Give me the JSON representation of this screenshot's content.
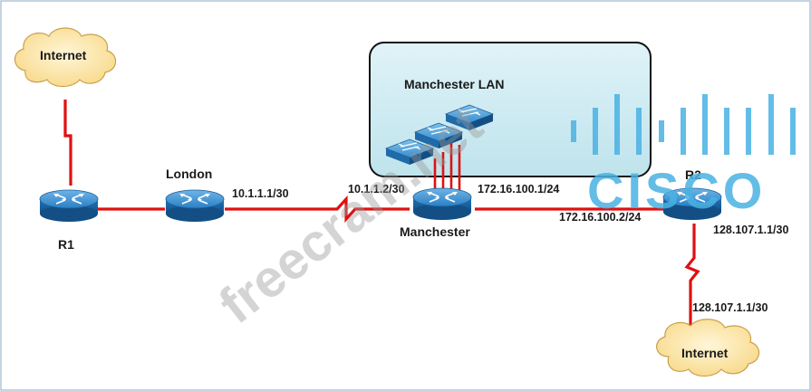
{
  "nodes": {
    "internet_top": "Internet",
    "r1": "R1",
    "london": "London",
    "manchester": "Manchester",
    "r2": "R2",
    "internet_bottom": "Internet",
    "lan": "Manchester LAN"
  },
  "links": {
    "london_wan": "10.1.1.1/30",
    "manchester_wan": "10.1.1.2/30",
    "manchester_lan_link": "172.16.100.1/24",
    "r2_lan_link": "172.16.100.2/24",
    "r2_internet": "128.107.1.1/30",
    "internet_bottom_link": "128.107.1.1/30"
  },
  "watermark": {
    "site": "freecram.net",
    "brand": "CISCO"
  },
  "colors": {
    "link": "#e01010",
    "router": "#2a7fc4",
    "cloud": "#fde6a6",
    "lan_box": "#cfe9f0",
    "watermark_brand": "#49b2e3"
  }
}
